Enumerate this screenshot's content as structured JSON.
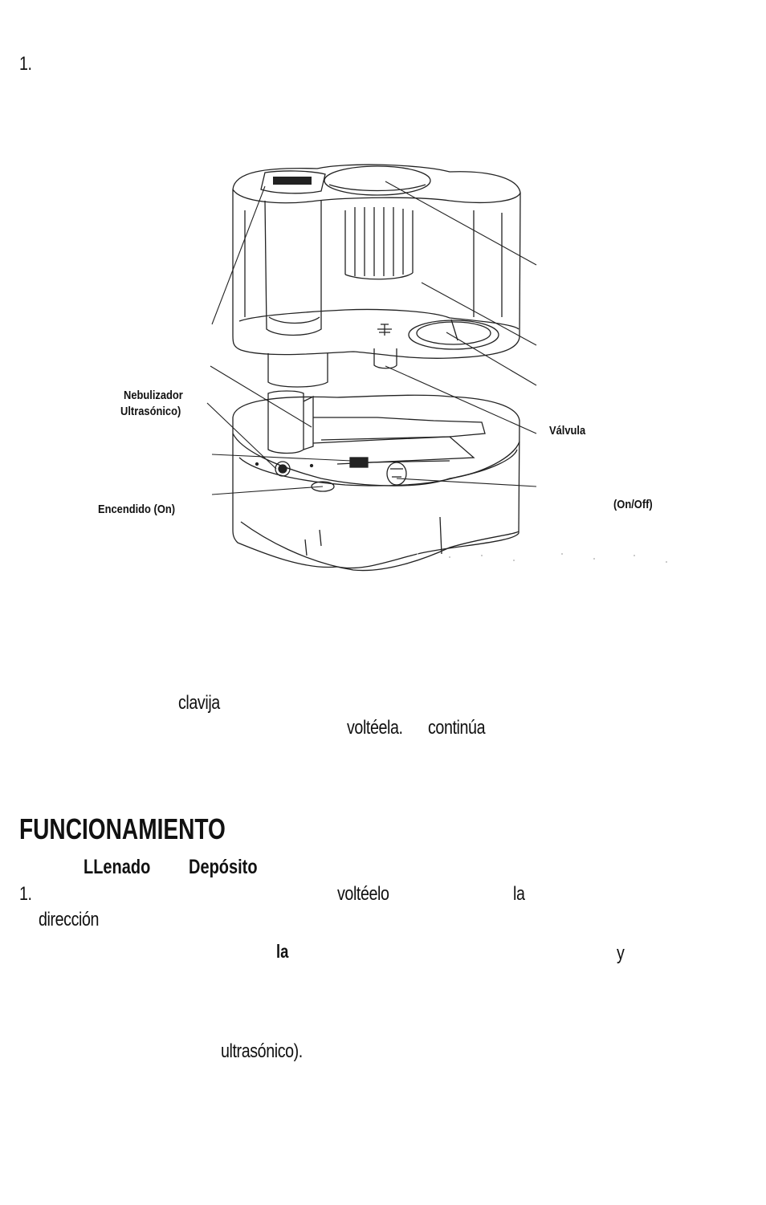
{
  "top_marker": "1.",
  "figure": {
    "labels": {
      "nebulizador": "Nebulizador",
      "ultrasonico": "Ultrasónico)",
      "valvula": "Válvula",
      "encendido": "Encendido (On)",
      "onoff": "(On/Off)"
    }
  },
  "text_fragments": {
    "clavija": "clavija",
    "volteela": "voltéela.",
    "continua": "continúa"
  },
  "section": {
    "heading": "FUNCIONAMIENTO",
    "subhead_1": "LLenado",
    "subhead_2": "Depósito",
    "item_number": "1.",
    "volteelo": "voltéelo",
    "la_1": "la",
    "direccion": "dirección",
    "la_bold": "la",
    "y": "y",
    "ultrasonico_paren": "ultrasónico)."
  }
}
